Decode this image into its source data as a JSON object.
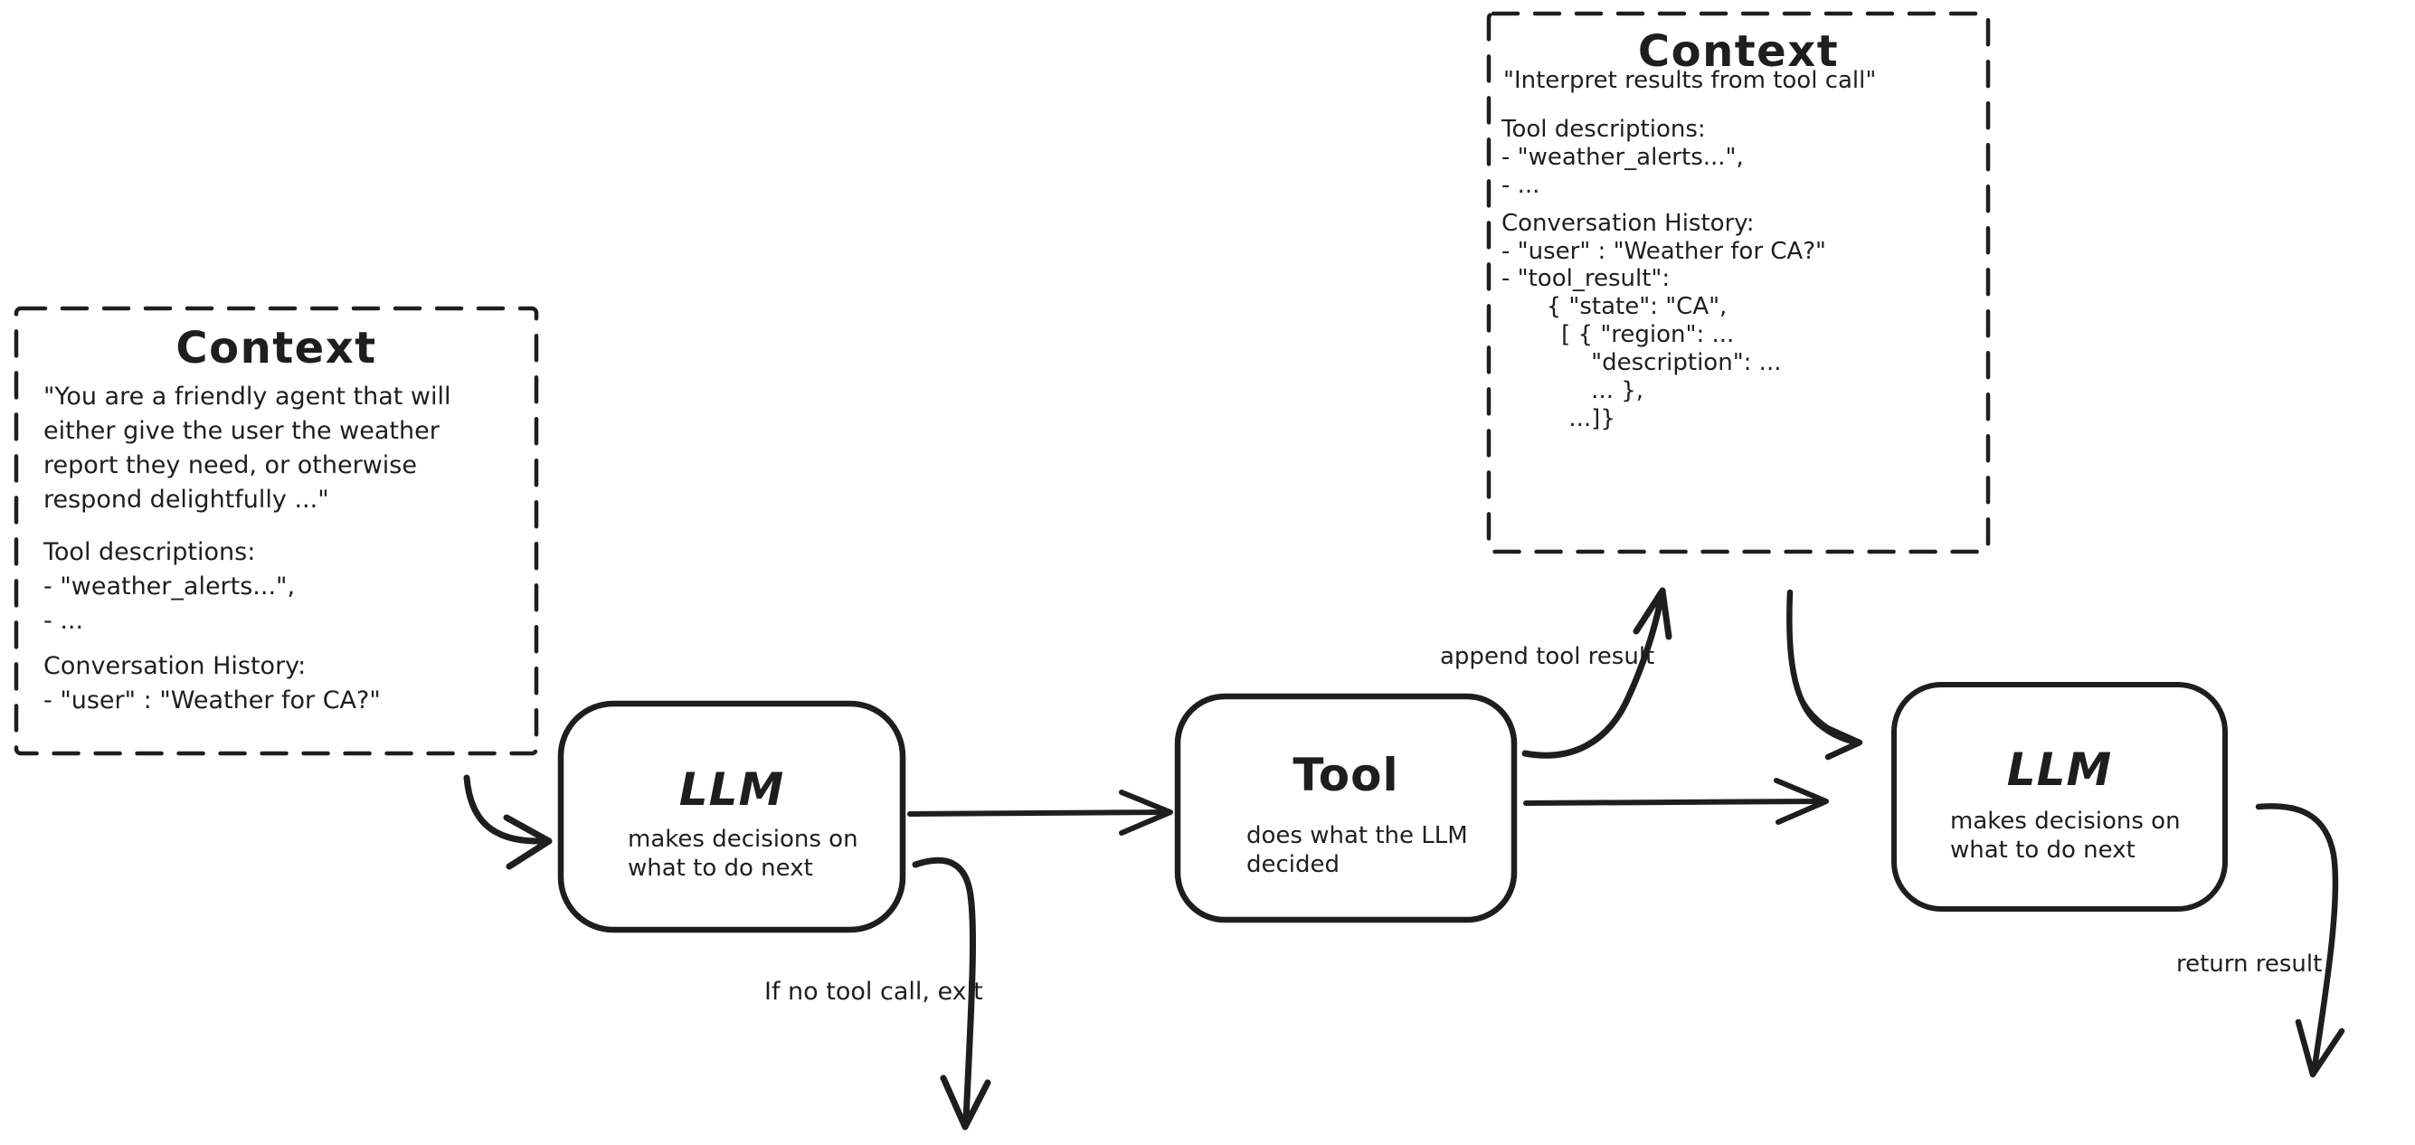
{
  "palette": {
    "ink": "#1e1e1e",
    "background": "#ffffff"
  },
  "context_box_left": {
    "title": "Context",
    "system_prompt": "\"You are a friendly agent that will\neither give the user the weather\nreport they need, or otherwise\nrespond delightfully ...\"",
    "tool_descriptions": "Tool descriptions:\n- \"weather_alerts...\",\n- ...",
    "conversation_history": "Conversation History:\n- \"user\" : \"Weather for CA?\""
  },
  "context_box_top_right": {
    "title": "Context",
    "instruction": "\"Interpret results from tool call\"",
    "tool_descriptions": "Tool descriptions:\n- \"weather_alerts...\",\n- ...",
    "conversation_history": "Conversation History:\n- \"user\" : \"Weather for CA?\"",
    "tool_result": "- \"tool_result\":\n      { \"state\": \"CA\",\n        [ { \"region\": ...\n            \"description\": ...\n            ... },\n         ...]}"
  },
  "nodes": {
    "llm_first": {
      "title": "LLM",
      "subtitle": "makes decisions on\nwhat to do next"
    },
    "tool": {
      "title": "Tool",
      "subtitle": "does what the LLM\ndecided"
    },
    "llm_second": {
      "title": "LLM",
      "subtitle": "makes decisions on\nwhat to do next"
    }
  },
  "edge_labels": {
    "append_tool_result": "append tool result",
    "if_no_tool_call_exit": "If no tool call, exit",
    "return_result": "return result"
  }
}
